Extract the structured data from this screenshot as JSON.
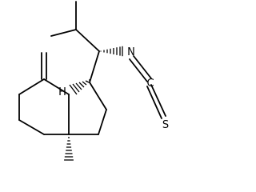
{
  "molecule": {
    "atoms": {
      "H": "H",
      "N": "N",
      "C": "C",
      "S": "S"
    }
  },
  "colors": {
    "background": "#ffffff",
    "ink": "#000000"
  }
}
